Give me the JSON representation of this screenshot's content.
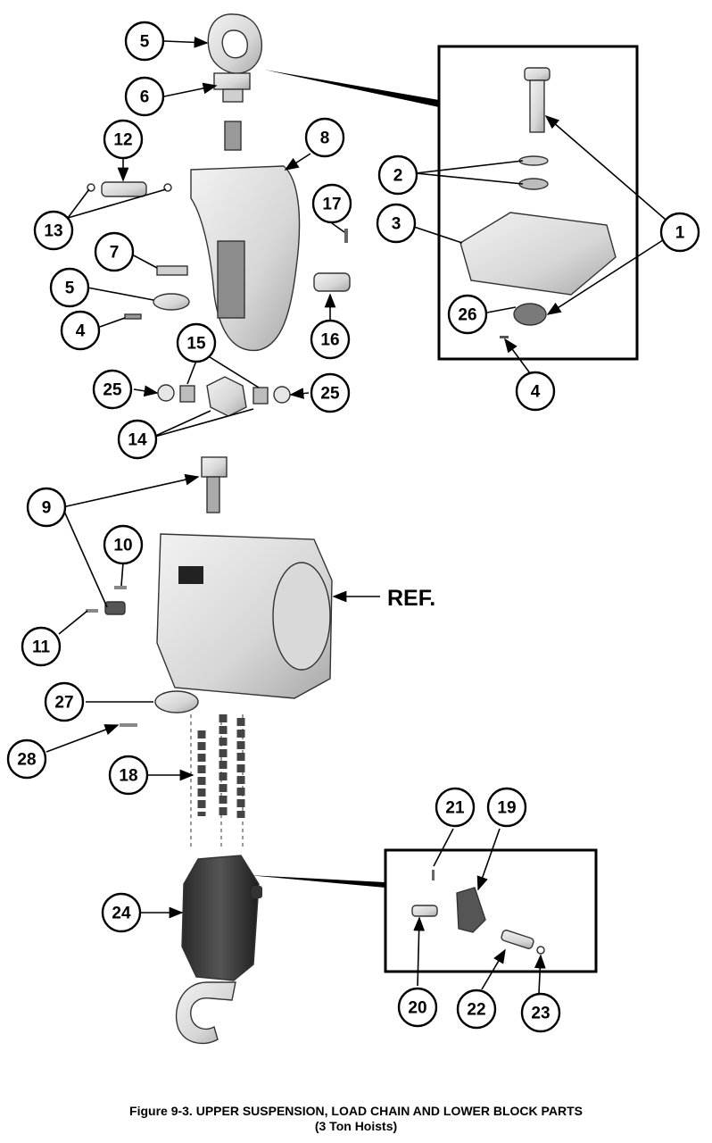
{
  "figure": {
    "caption_line1": "Figure 9-3. UPPER SUSPENSION, LOAD CHAIN AND LOWER BLOCK PARTS",
    "caption_line2": "(3 Ton Hoists)",
    "ref_label": "REF."
  },
  "callouts": [
    {
      "id": "c5a",
      "label": "5"
    },
    {
      "id": "c6",
      "label": "6"
    },
    {
      "id": "c12",
      "label": "12"
    },
    {
      "id": "c8",
      "label": "8"
    },
    {
      "id": "c13",
      "label": "13"
    },
    {
      "id": "c17",
      "label": "17"
    },
    {
      "id": "c7",
      "label": "7"
    },
    {
      "id": "c5b",
      "label": "5"
    },
    {
      "id": "c4a",
      "label": "4"
    },
    {
      "id": "c16",
      "label": "16"
    },
    {
      "id": "c15",
      "label": "15"
    },
    {
      "id": "c25a",
      "label": "25"
    },
    {
      "id": "c25b",
      "label": "25"
    },
    {
      "id": "c14",
      "label": "14"
    },
    {
      "id": "c2",
      "label": "2"
    },
    {
      "id": "c3",
      "label": "3"
    },
    {
      "id": "c1",
      "label": "1"
    },
    {
      "id": "c26",
      "label": "26"
    },
    {
      "id": "c4b",
      "label": "4"
    },
    {
      "id": "c9",
      "label": "9"
    },
    {
      "id": "c10",
      "label": "10"
    },
    {
      "id": "c11",
      "label": "11"
    },
    {
      "id": "c27",
      "label": "27"
    },
    {
      "id": "c28",
      "label": "28"
    },
    {
      "id": "c18",
      "label": "18"
    },
    {
      "id": "c24",
      "label": "24"
    },
    {
      "id": "c21",
      "label": "21"
    },
    {
      "id": "c19",
      "label": "19"
    },
    {
      "id": "c20",
      "label": "20"
    },
    {
      "id": "c22",
      "label": "22"
    },
    {
      "id": "c23",
      "label": "23"
    }
  ]
}
